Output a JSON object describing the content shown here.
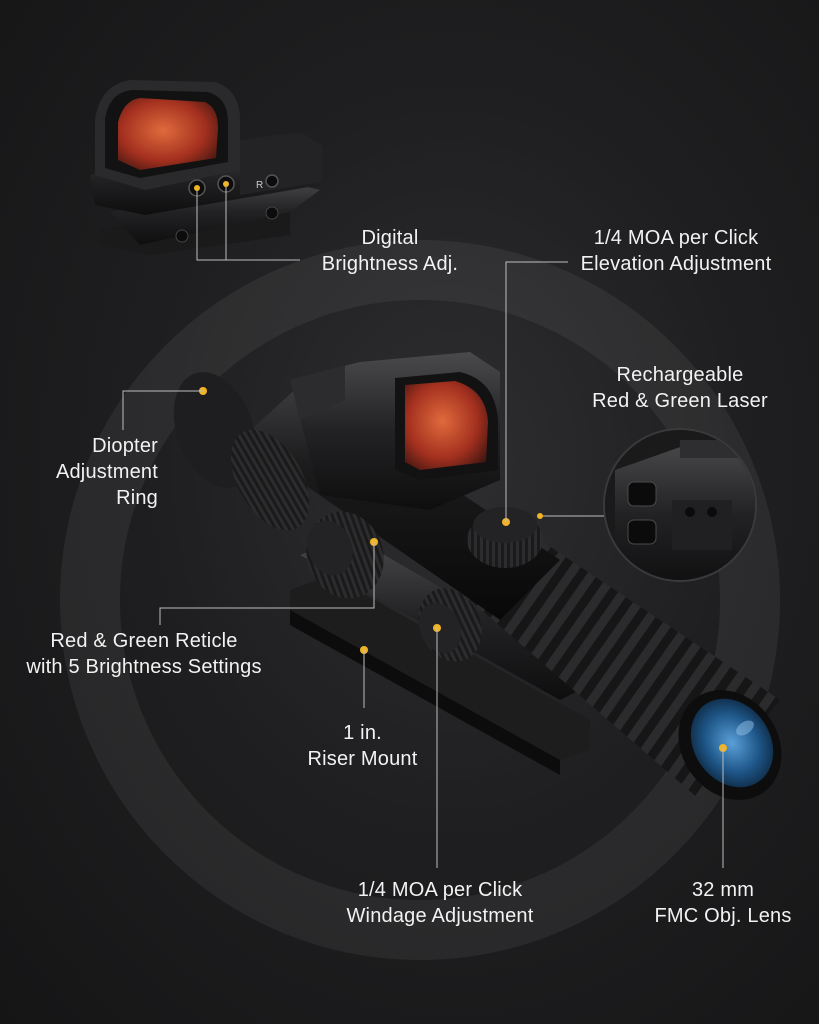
{
  "callouts": {
    "digital_brightness": [
      "Digital",
      "Brightness Adj."
    ],
    "elevation": [
      "1/4 MOA per Click",
      "Elevation Adjustment"
    ],
    "laser": [
      "Rechargeable",
      "Red & Green Laser"
    ],
    "diopter": [
      "Diopter",
      "Adjustment",
      "Ring"
    ],
    "reticle": [
      "Red & Green Reticle",
      "with 5 Brightness Settings"
    ],
    "riser": [
      "1 in.",
      "Riser Mount"
    ],
    "windage": [
      "1/4 MOA per Click",
      "Windage Adjustment"
    ],
    "lens": [
      "32 mm",
      "FMC Obj. Lens"
    ]
  },
  "colors": {
    "background": "#1c1c1e",
    "leader_line": "#bdbdbd",
    "dot": "#f0b429",
    "lens_red": "#d2452a",
    "lens_blue": "#2a6fa8"
  },
  "images": {
    "red_dot_sight": "reflex red dot sight with dual brightness buttons",
    "scope_combo": "rifle scope with mounted red dot sight, turrets and riser mount",
    "laser_inset": "circular close-up of the rechargeable laser module"
  }
}
